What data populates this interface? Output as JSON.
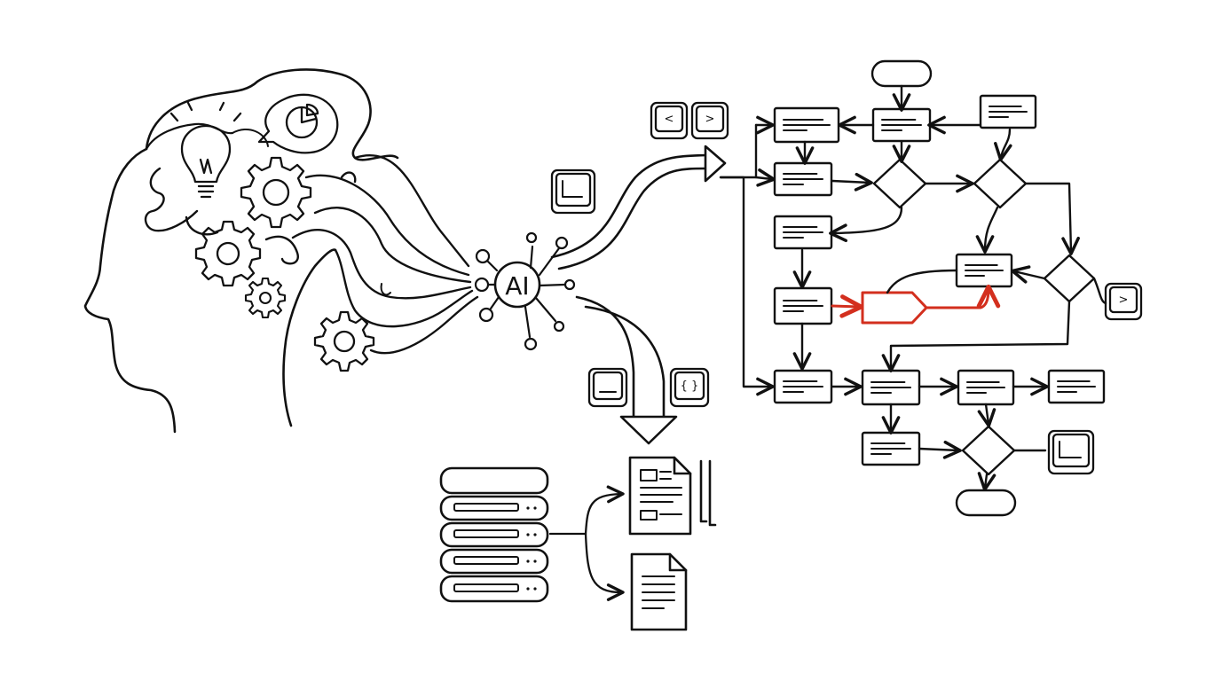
{
  "colors": {
    "ink": "#111111",
    "highlight": "#d32f1e",
    "paper": "#ffffff"
  },
  "hub": {
    "label": "AI"
  },
  "keycaps": [
    {
      "id": "angle-left",
      "glyph": "<"
    },
    {
      "id": "angle-right",
      "glyph": ">"
    },
    {
      "id": "corner",
      "glyph": ""
    },
    {
      "id": "underscore",
      "glyph": ""
    },
    {
      "id": "braces",
      "glyph": "{ }"
    },
    {
      "id": "flow-angle-right",
      "glyph": ">"
    },
    {
      "id": "flow-corner",
      "glyph": ""
    }
  ],
  "icons": [
    "lightbulb-icon",
    "pie-chart-icon",
    "gear-icon",
    "database-icon",
    "document-stack-icon",
    "document-icon"
  ],
  "flowchart": {
    "highlighted_path": "red-arrow-through-tag-shape"
  }
}
